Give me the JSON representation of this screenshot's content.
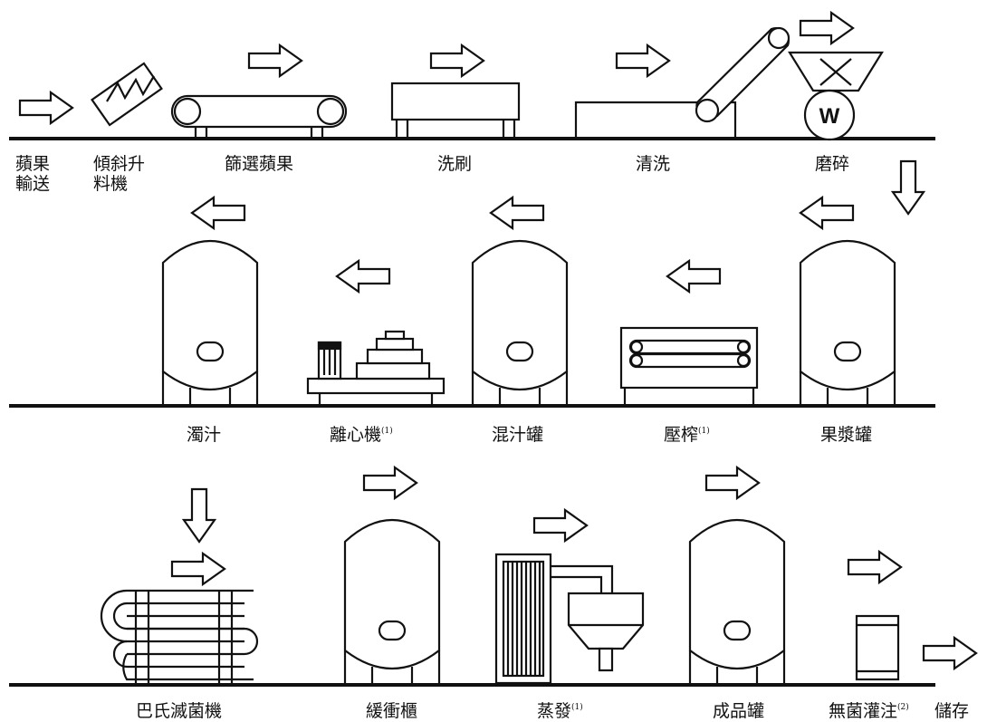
{
  "process": {
    "row1": [
      {
        "id": "apple-conveying",
        "lines": [
          "蘋果",
          "輸送"
        ]
      },
      {
        "id": "inclined-elevator",
        "lines": [
          "傾斜升",
          "料機"
        ]
      },
      {
        "id": "sorting-apples",
        "lines": [
          "篩選蘋果"
        ]
      },
      {
        "id": "brushing",
        "lines": [
          "洗刷"
        ]
      },
      {
        "id": "washing",
        "lines": [
          "清洗"
        ]
      },
      {
        "id": "milling",
        "lines": [
          "磨碎"
        ]
      }
    ],
    "row2": [
      {
        "id": "cloudy-juice",
        "text": "濁汁",
        "note": ""
      },
      {
        "id": "centrifuge",
        "text": "離心機",
        "note": "(1)"
      },
      {
        "id": "mixing-tank",
        "text": "混汁罐",
        "note": ""
      },
      {
        "id": "pressing",
        "text": "壓榨",
        "note": "(1)"
      },
      {
        "id": "mash-tank",
        "text": "果漿罐",
        "note": ""
      }
    ],
    "row3": [
      {
        "id": "pasteurizer",
        "text": "巴氏滅菌機",
        "note": ""
      },
      {
        "id": "buffer-tank",
        "text": "緩衝櫃",
        "note": ""
      },
      {
        "id": "evaporation",
        "text": "蒸發",
        "note": "(1)"
      },
      {
        "id": "product-tank",
        "text": "成品罐",
        "note": ""
      },
      {
        "id": "aseptic-filling",
        "text": "無菌灌注",
        "note": "(2)"
      },
      {
        "id": "storage",
        "text": "儲存",
        "note": ""
      }
    ],
    "mill_letter": "W"
  },
  "style": {
    "line_color": "#111111",
    "background": "#ffffff"
  }
}
